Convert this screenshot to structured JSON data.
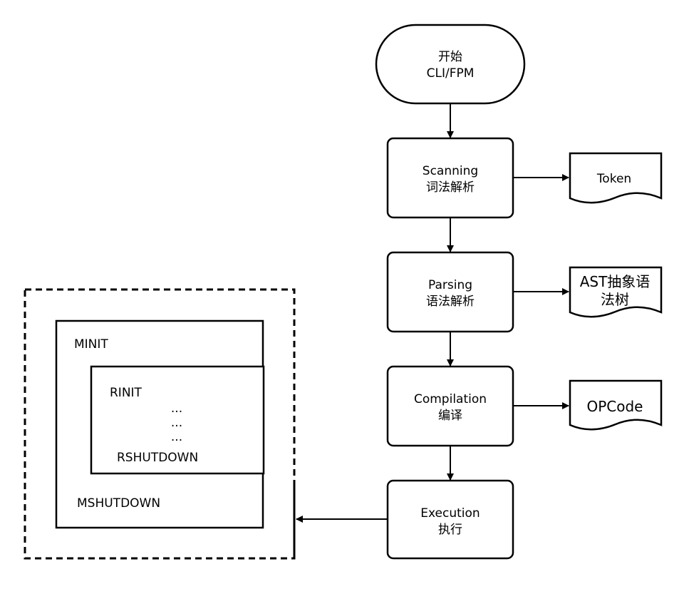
{
  "flow": {
    "start": {
      "line1": "开始",
      "line2": "CLI/FPM"
    },
    "scanning": {
      "line1": "Scanning",
      "line2": "词法解析"
    },
    "parsing": {
      "line1": "Parsing",
      "line2": "语法解析"
    },
    "compilation": {
      "line1": "Compilation",
      "line2": "编译"
    },
    "execution": {
      "line1": "Execution",
      "line2": "执行"
    }
  },
  "outputs": {
    "token": "Token",
    "ast": {
      "line1": "AST抽象语",
      "line2": "法树"
    },
    "opcode": "OPCode"
  },
  "lifecycle": {
    "minit": "MINIT",
    "rinit": "RINIT",
    "dots": [
      "...",
      "...",
      "..."
    ],
    "rshutdown": "RSHUTDOWN",
    "mshutdown": "MSHUTDOWN"
  }
}
